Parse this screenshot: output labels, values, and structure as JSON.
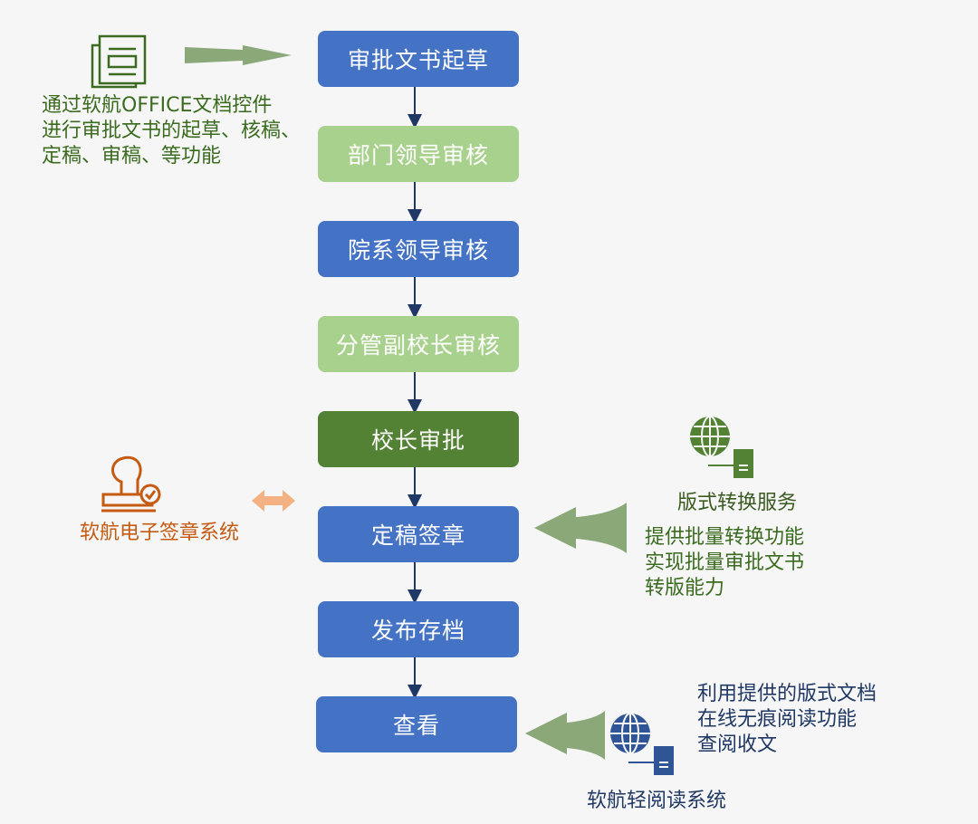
{
  "steps": [
    {
      "label": "审批文书起草",
      "style": "blue"
    },
    {
      "label": "部门领导审核",
      "style": "light-green"
    },
    {
      "label": "院系领导审核",
      "style": "blue"
    },
    {
      "label": "分管副校长审核",
      "style": "light-green"
    },
    {
      "label": "校长审批",
      "style": "dark-green"
    },
    {
      "label": "定稿签章",
      "style": "blue"
    },
    {
      "label": "发布存档",
      "style": "blue"
    },
    {
      "label": "查看",
      "style": "blue"
    }
  ],
  "office_control": {
    "icon": "document-icon",
    "lines": [
      "通过软航OFFICE文档控件",
      "进行审批文书的起草、核稿、",
      "定稿、审稿、等功能"
    ]
  },
  "signature_system": {
    "icon": "stamp-icon",
    "label": "软航电子签章系统"
  },
  "format_service": {
    "icon": "globe-server-icon",
    "title": "版式转换服务",
    "lines": [
      "提供批量转换功能",
      "实现批量审批文书",
      "转版能力"
    ]
  },
  "reader_system": {
    "icon": "globe-server-icon",
    "title": "软航轻阅读系统",
    "lines": [
      "利用提供的版式文档",
      "在线无痕阅读功能",
      "查阅收文"
    ]
  },
  "colors": {
    "blue": "#4472c4",
    "light_green": "#a9d18e",
    "dark_green": "#548235",
    "arrow_green": "#8aa878",
    "orange": "#c55a11",
    "peach": "#f4b183",
    "connector": "#1f3864"
  }
}
